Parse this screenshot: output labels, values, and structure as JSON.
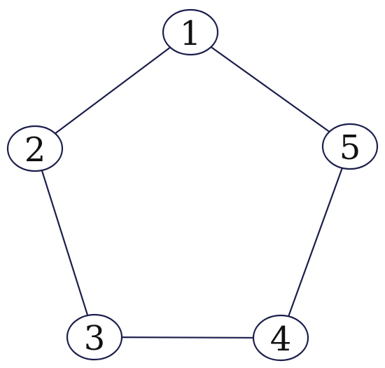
{
  "graph": {
    "colors": {
      "stroke": "#1b1e4b",
      "label": "#111111",
      "node_fill": "#ffffff"
    },
    "nodes": [
      {
        "id": "1",
        "label": "1"
      },
      {
        "id": "2",
        "label": "2"
      },
      {
        "id": "3",
        "label": "3"
      },
      {
        "id": "4",
        "label": "4"
      },
      {
        "id": "5",
        "label": "5"
      }
    ],
    "edges": [
      {
        "from": "1",
        "to": "2"
      },
      {
        "from": "2",
        "to": "3"
      },
      {
        "from": "3",
        "to": "4"
      },
      {
        "from": "4",
        "to": "5"
      },
      {
        "from": "5",
        "to": "1"
      }
    ]
  }
}
